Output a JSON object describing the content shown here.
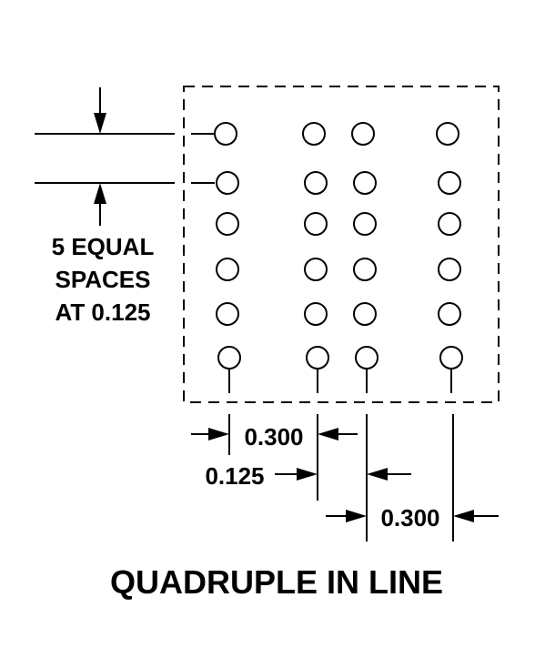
{
  "diagram": {
    "spacing_label_line1": "5 EQUAL",
    "spacing_label_line2": "SPACES",
    "spacing_label_line3": "AT 0.125",
    "dim_top_300": "0.300",
    "dim_125": "0.125",
    "dim_bottom_300": "0.300",
    "title": "QUADRUPLE IN LINE"
  },
  "pins": {
    "columns": 4,
    "rows": 6
  }
}
